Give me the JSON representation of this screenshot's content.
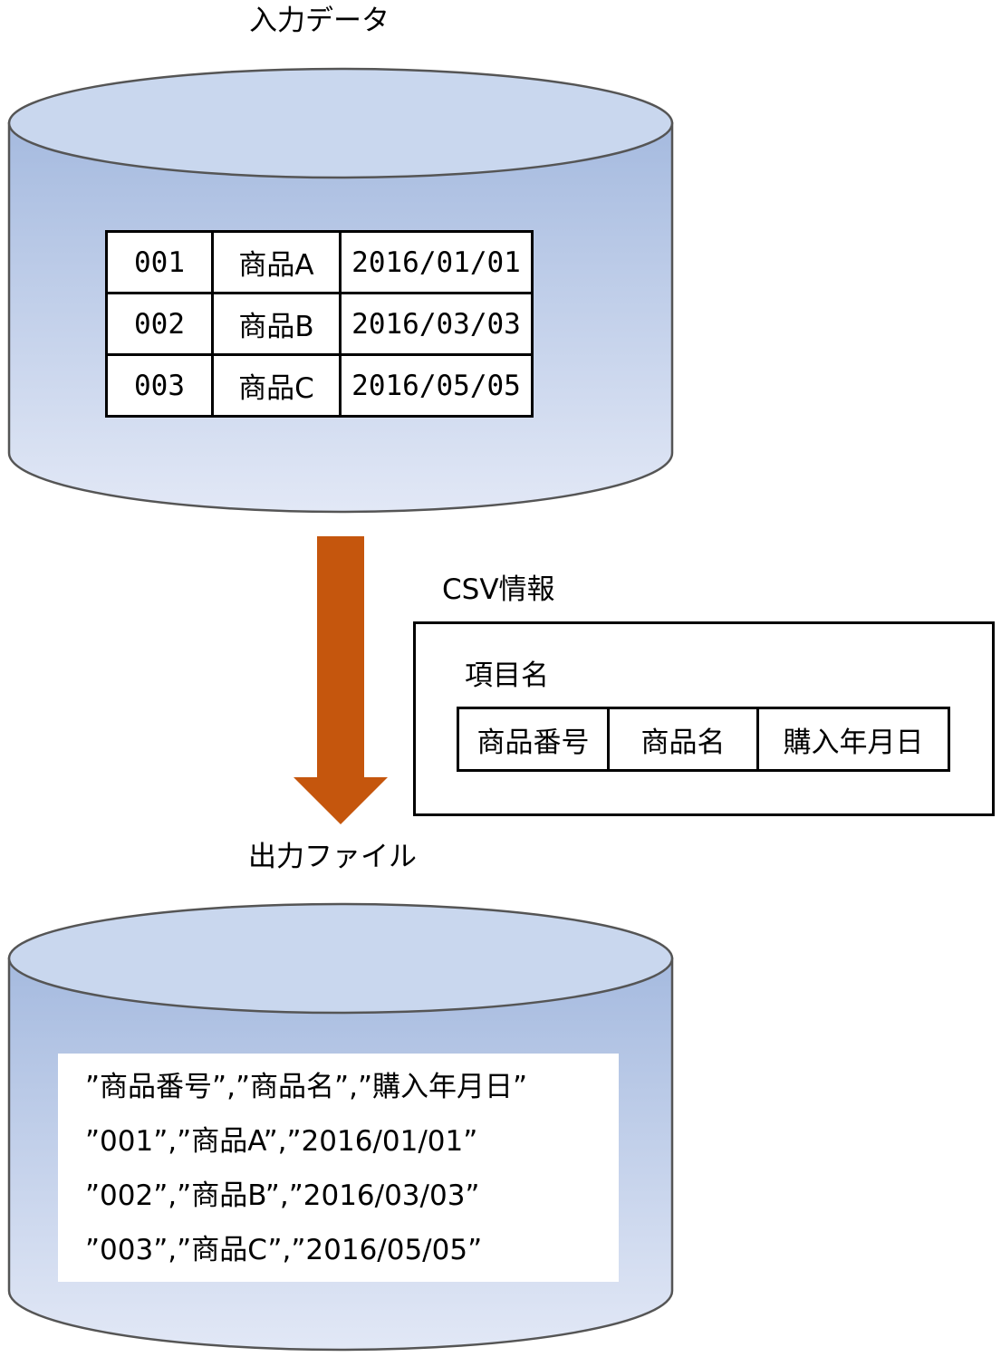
{
  "input": {
    "title": "入力データ",
    "rows": [
      [
        "001",
        "商品A",
        "2016/01/01"
      ],
      [
        "002",
        "商品B",
        "2016/03/03"
      ],
      [
        "003",
        "商品C",
        "2016/05/05"
      ]
    ]
  },
  "csv_info": {
    "title": "CSV情報",
    "item_heading": "項目名",
    "items": [
      "商品番号",
      "商品名",
      "購入年月日"
    ]
  },
  "output": {
    "title": "出力ファイル",
    "lines": [
      "”商品番号”,”商品名”,”購入年月日”",
      "”001”,”商品A”,”2016/01/01”",
      "”002”,”商品B”,”2016/03/03”",
      "”003”,”商品C”,”2016/05/05”"
    ]
  },
  "colors": {
    "cylinder_top": "#c9d7ee",
    "cylinder_body_top": "#a9bde4",
    "cylinder_body_bottom": "#dfe6f5",
    "cylinder_stroke": "#555555",
    "arrow": "#c5560d"
  }
}
